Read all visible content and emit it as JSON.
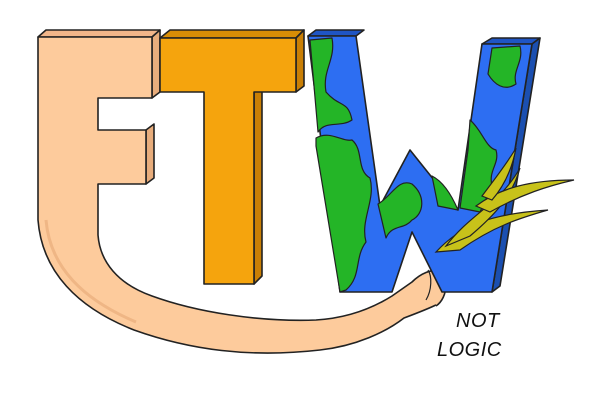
{
  "logo": {
    "letters": [
      "F",
      "T",
      "W"
    ],
    "tagline_line1": "NOT",
    "tagline_line2": "LOGIC",
    "colors": {
      "f_skin": "#fdcb9c",
      "f_skin_shade": "#e8ad7c",
      "t_orange": "#f5a40d",
      "t_orange_shade": "#c97f05",
      "w_blue": "#2d6ef2",
      "w_green": "#24b527",
      "stream_yellow": "#c8c21a",
      "outline": "#222222"
    }
  }
}
